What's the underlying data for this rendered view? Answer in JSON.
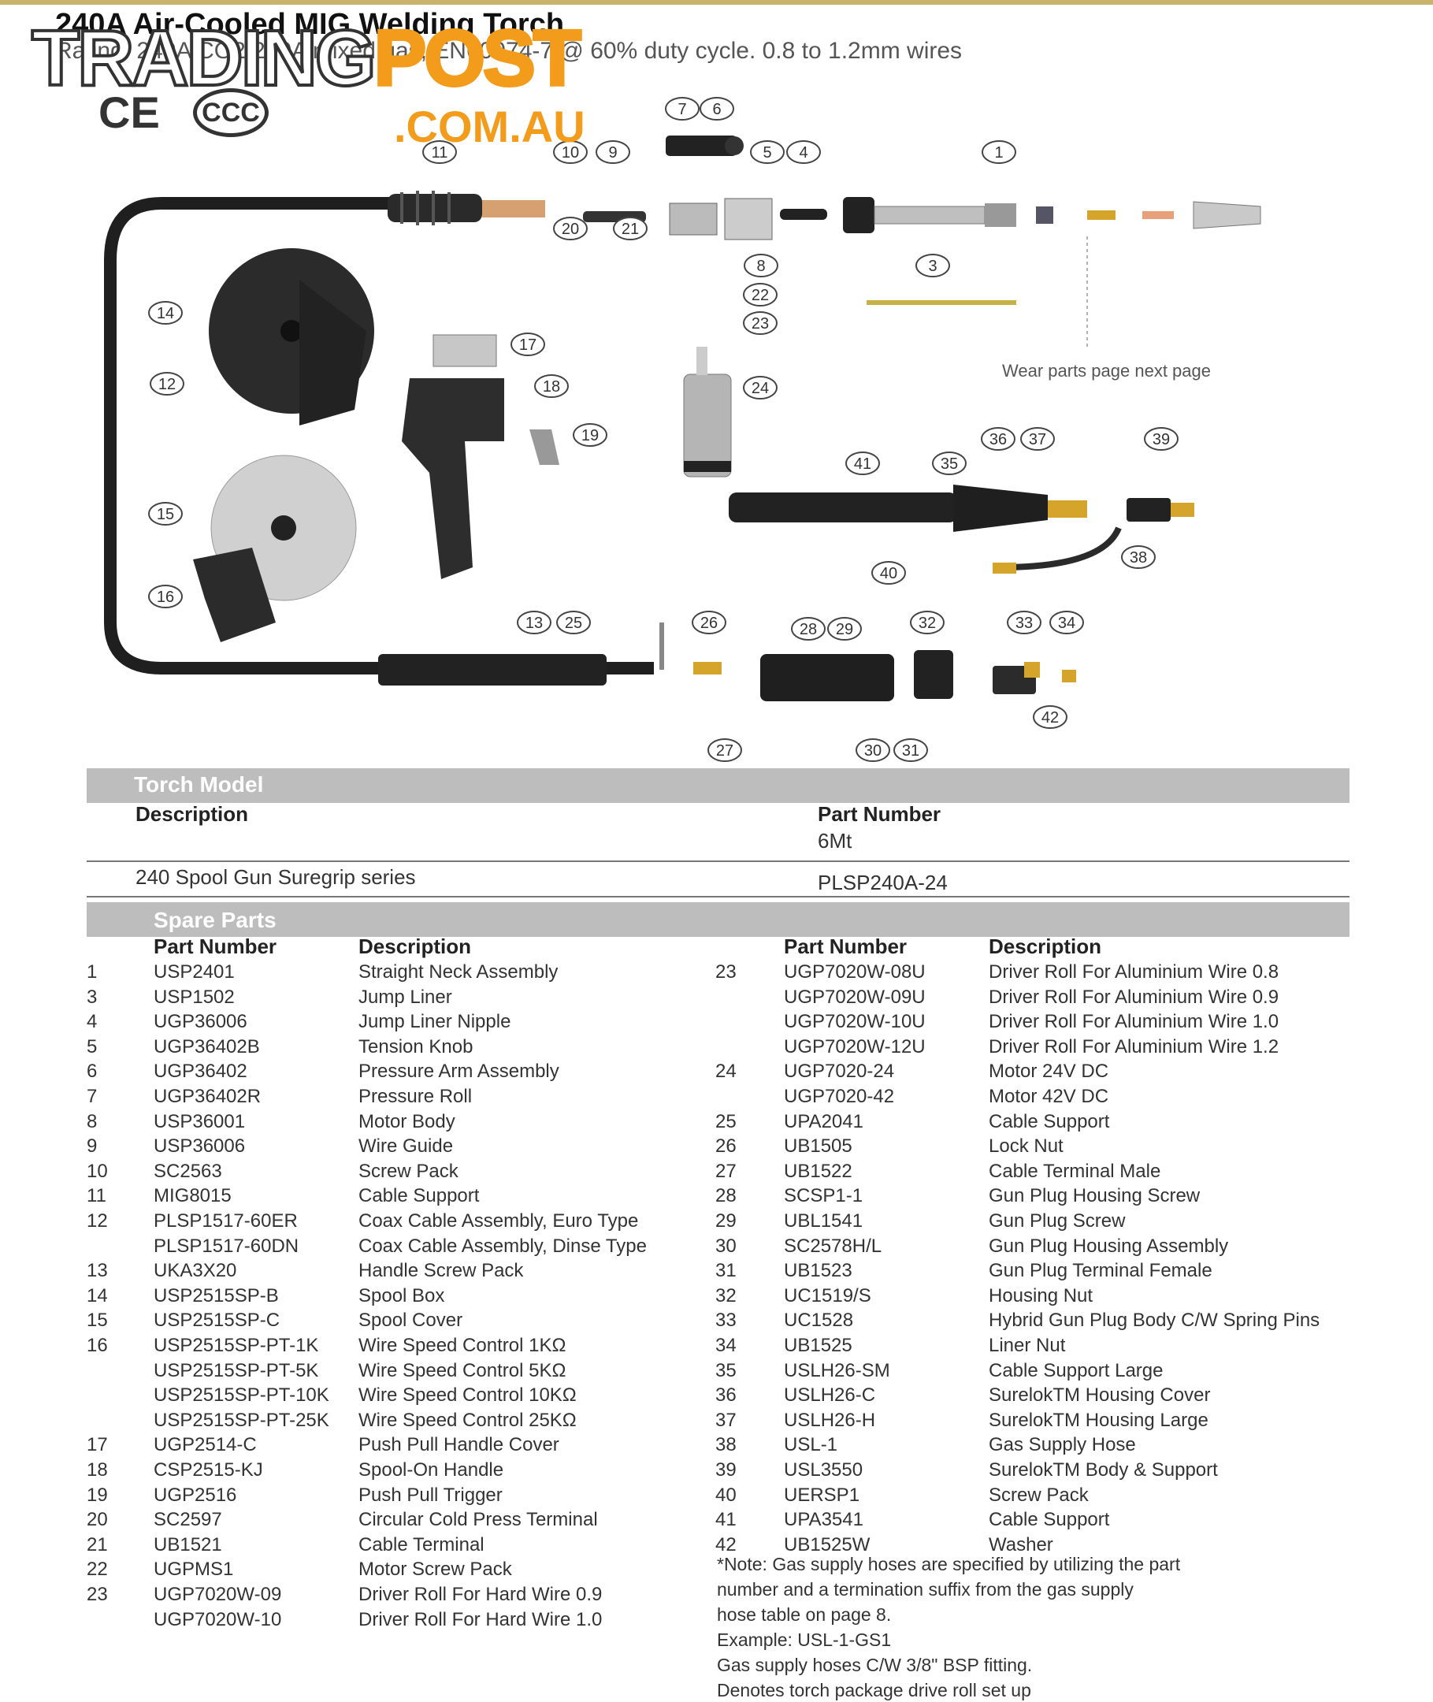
{
  "header": {
    "title": "240A Air-Cooled MIG Welding Torch",
    "subtitle": "Rating: 240A CO2 200A mixed gas, EN60974-7 @ 60% duty cycle. 0.8 to 1.2mm wires",
    "ce_mark": "CE",
    "ccc_mark": "CCC",
    "watermark": {
      "word1": "TRADING",
      "word2": "POST",
      "domain": ".COM.AU"
    }
  },
  "diagram": {
    "callouts": [
      "1",
      "3",
      "4",
      "5",
      "6",
      "7",
      "8",
      "9",
      "10",
      "11",
      "12",
      "13",
      "14",
      "15",
      "16",
      "17",
      "18",
      "19",
      "20",
      "21",
      "22",
      "23",
      "24",
      "25",
      "26",
      "27",
      "28",
      "29",
      "30",
      "31",
      "32",
      "33",
      "34",
      "35",
      "36",
      "37",
      "38",
      "39",
      "40",
      "41",
      "42"
    ],
    "wear_parts_note": "Wear parts page next page",
    "colors": {
      "cable": "#1f1f1f",
      "brass": "#d4a52a",
      "grey_part": "#a7a7a7",
      "callout_ring": "#444444"
    }
  },
  "torch_model": {
    "section_title": "Torch Model",
    "col_description": "Description",
    "col_part_number": "Part Number",
    "length_label": "6Mt",
    "description": "240 Spool Gun Suregrip series",
    "part_number": "PLSP240A-24"
  },
  "spare_parts": {
    "section_title": "Spare Parts",
    "headers": {
      "part_number": "Part Number",
      "description": "Description"
    },
    "left": [
      {
        "no": "1",
        "pn": "USP2401",
        "desc": "Straight Neck Assembly"
      },
      {
        "no": "3",
        "pn": "USP1502",
        "desc": "Jump Liner"
      },
      {
        "no": "4",
        "pn": "UGP36006",
        "desc": "Jump Liner Nipple"
      },
      {
        "no": "5",
        "pn": "UGP36402B",
        "desc": "Tension Knob"
      },
      {
        "no": "6",
        "pn": "UGP36402",
        "desc": "Pressure Arm Assembly"
      },
      {
        "no": "7",
        "pn": "UGP36402R",
        "desc": "Pressure Roll"
      },
      {
        "no": "8",
        "pn": "USP36001",
        "desc": "Motor Body"
      },
      {
        "no": "9",
        "pn": "USP36006",
        "desc": "Wire Guide"
      },
      {
        "no": "10",
        "pn": "SC2563",
        "desc": "Screw Pack"
      },
      {
        "no": "11",
        "pn": "MIG8015",
        "desc": "Cable Support"
      },
      {
        "no": "12",
        "pn": "PLSP1517-60ER",
        "desc": "Coax Cable Assembly, Euro Type"
      },
      {
        "no": "",
        "pn": "PLSP1517-60DN",
        "desc": "Coax Cable Assembly, Dinse Type"
      },
      {
        "no": "13",
        "pn": "UKA3X20",
        "desc": "Handle Screw Pack"
      },
      {
        "no": "14",
        "pn": "USP2515SP-B",
        "desc": "Spool Box"
      },
      {
        "no": "15",
        "pn": "USP2515SP-C",
        "desc": "Spool Cover"
      },
      {
        "no": "16",
        "pn": "USP2515SP-PT-1K",
        "desc": "Wire Speed Control 1KΩ"
      },
      {
        "no": "",
        "pn": "USP2515SP-PT-5K",
        "desc": "Wire Speed Control 5KΩ"
      },
      {
        "no": "",
        "pn": "USP2515SP-PT-10K",
        "desc": "Wire Speed Control 10KΩ"
      },
      {
        "no": "",
        "pn": "USP2515SP-PT-25K",
        "desc": "Wire Speed Control 25KΩ"
      },
      {
        "no": "17",
        "pn": "UGP2514-C",
        "desc": "Push Pull Handle Cover"
      },
      {
        "no": "18",
        "pn": "CSP2515-KJ",
        "desc": "Spool-On Handle"
      },
      {
        "no": "19",
        "pn": "UGP2516",
        "desc": "Push Pull Trigger"
      },
      {
        "no": "20",
        "pn": "SC2597",
        "desc": "Circular Cold Press Terminal"
      },
      {
        "no": "21",
        "pn": "UB1521",
        "desc": "Cable Terminal"
      },
      {
        "no": "22",
        "pn": "UGPMS1",
        "desc": "Motor Screw Pack"
      },
      {
        "no": "23",
        "pn": "UGP7020W-09",
        "desc": "Driver Roll For Hard Wire 0.9"
      },
      {
        "no": "",
        "pn": "UGP7020W-10",
        "desc": "Driver Roll For Hard Wire 1.0"
      }
    ],
    "right": [
      {
        "no": "23",
        "pn": "UGP7020W-08U",
        "desc": "Driver Roll For Aluminium Wire 0.8"
      },
      {
        "no": "",
        "pn": "UGP7020W-09U",
        "desc": "Driver Roll For Aluminium Wire 0.9"
      },
      {
        "no": "",
        "pn": "UGP7020W-10U",
        "desc": "Driver Roll For Aluminium Wire 1.0"
      },
      {
        "no": "",
        "pn": "UGP7020W-12U",
        "desc": "Driver Roll For Aluminium Wire 1.2"
      },
      {
        "no": "24",
        "pn": "UGP7020-24",
        "desc": "Motor 24V DC"
      },
      {
        "no": "",
        "pn": "UGP7020-42",
        "desc": "Motor 42V DC"
      },
      {
        "no": "25",
        "pn": "UPA2041",
        "desc": "Cable Support"
      },
      {
        "no": "26",
        "pn": "UB1505",
        "desc": "Lock Nut"
      },
      {
        "no": "27",
        "pn": "UB1522",
        "desc": "Cable Terminal Male"
      },
      {
        "no": "28",
        "pn": "SCSP1-1",
        "desc": "Gun Plug Housing Screw"
      },
      {
        "no": "29",
        "pn": "UBL1541",
        "desc": "Gun Plug Screw"
      },
      {
        "no": "30",
        "pn": "SC2578H/L",
        "desc": "Gun Plug Housing Assembly"
      },
      {
        "no": "31",
        "pn": "UB1523",
        "desc": "Gun Plug Terminal Female"
      },
      {
        "no": "32",
        "pn": "UC1519/S",
        "desc": "Housing Nut"
      },
      {
        "no": "33",
        "pn": "UC1528",
        "desc": "Hybrid Gun Plug Body C/W Spring Pins"
      },
      {
        "no": "34",
        "pn": "UB1525",
        "desc": "Liner Nut"
      },
      {
        "no": "35",
        "pn": "USLH26-SM",
        "desc": "Cable Support Large"
      },
      {
        "no": "36",
        "pn": "USLH26-C",
        "desc": "SurelokTM Housing Cover"
      },
      {
        "no": "37",
        "pn": "USLH26-H",
        "desc": "SurelokTM Housing Large"
      },
      {
        "no": "38",
        "pn": "USL-1",
        "desc": "Gas Supply Hose"
      },
      {
        "no": "39",
        "pn": "USL3550",
        "desc": "SurelokTM Body & Support"
      },
      {
        "no": "40",
        "pn": "UERSP1",
        "desc": "Screw Pack"
      },
      {
        "no": "41",
        "pn": "UPA3541",
        "desc": "Cable Support"
      },
      {
        "no": "42",
        "pn": "UB1525W",
        "desc": "Washer"
      }
    ],
    "notes": [
      "*Note: Gas supply hoses are specified by utilizing the part",
      "number and a termination suffix from the gas supply",
      "hose table on page 8.",
      "Example: USL-1-GS1",
      "Gas supply hoses C/W 3/8\" BSP fitting.",
      "Denotes torch package drive roll set up"
    ]
  }
}
